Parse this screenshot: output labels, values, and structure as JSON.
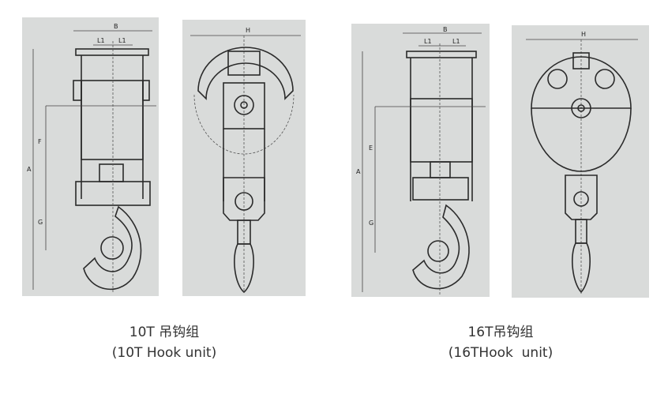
{
  "figures": [
    {
      "caption_cn": "10T 吊钩组",
      "caption_en": "(10T Hook unit)",
      "side_view_labels": {
        "width": "B",
        "pitch_left": "L1",
        "pitch_right": "L1",
        "height": "A",
        "dim_f": "F",
        "dim_g": "G"
      },
      "front_view_labels": {
        "width": "H"
      }
    },
    {
      "caption_cn": "16T吊钩组",
      "caption_en": "(16THook  unit)",
      "side_view_labels": {
        "width": "B",
        "pitch_left": "L1",
        "pitch_right": "L1",
        "height": "A",
        "dim_f": "E",
        "dim_g": "G"
      },
      "front_view_labels": {
        "width": "H"
      }
    }
  ]
}
